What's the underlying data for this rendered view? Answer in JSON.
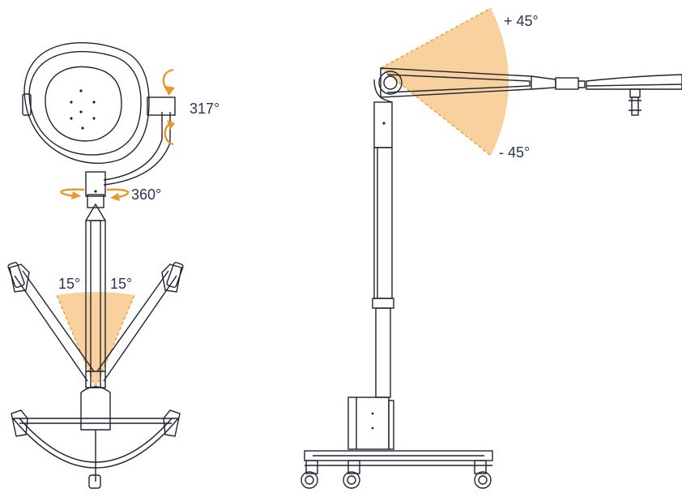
{
  "colors": {
    "line": "#1f2330",
    "accent": "#e8962e",
    "sector_fill": "#f7c98e",
    "label": "#2a3550",
    "background": "#ffffff"
  },
  "labels": {
    "head_rotation": "317°",
    "column_rotation": "360°",
    "tilt_left": "15°",
    "tilt_right": "15°",
    "arm_up": "+ 45°",
    "arm_down": "- 45°"
  }
}
